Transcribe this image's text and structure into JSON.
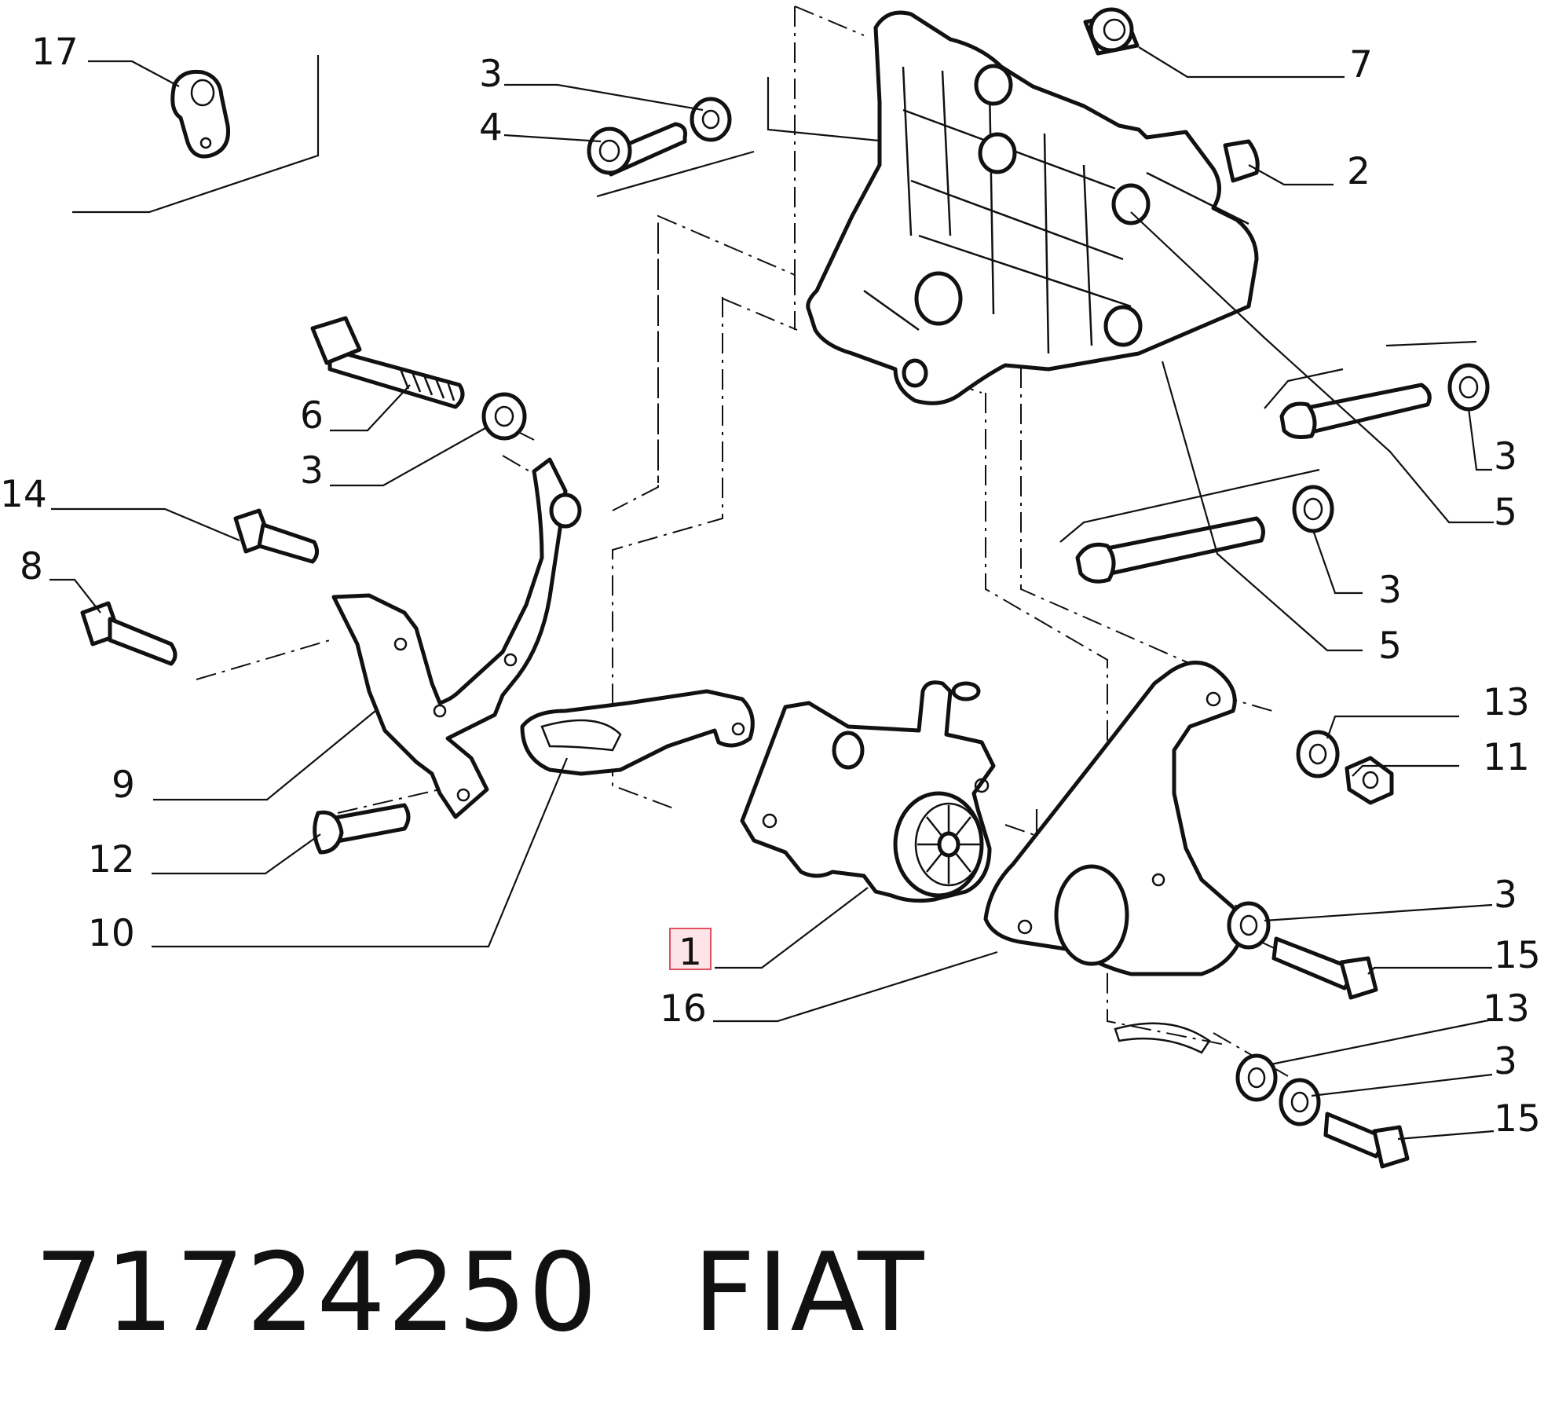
{
  "callouts": {
    "c17": "17",
    "c3a": "3",
    "c4": "4",
    "c7": "7",
    "c2": "2",
    "c6": "6",
    "c3b": "3",
    "c14": "14",
    "c8": "8",
    "c9": "9",
    "c12": "12",
    "c10": "10",
    "c3c": "3",
    "c5a": "5",
    "c3d": "3",
    "c5b": "5",
    "c13a": "13",
    "c11": "11",
    "c3e": "3",
    "c15a": "15",
    "c1": "1",
    "c16": "16",
    "c13b": "13",
    "c3f": "3",
    "c15b": "15"
  },
  "footer": {
    "part_number": "71724250",
    "brand": "FIAT"
  },
  "colors": {
    "line": "#111111",
    "highlight_fill": "#fde4e8",
    "highlight_border": "#e0505f"
  }
}
